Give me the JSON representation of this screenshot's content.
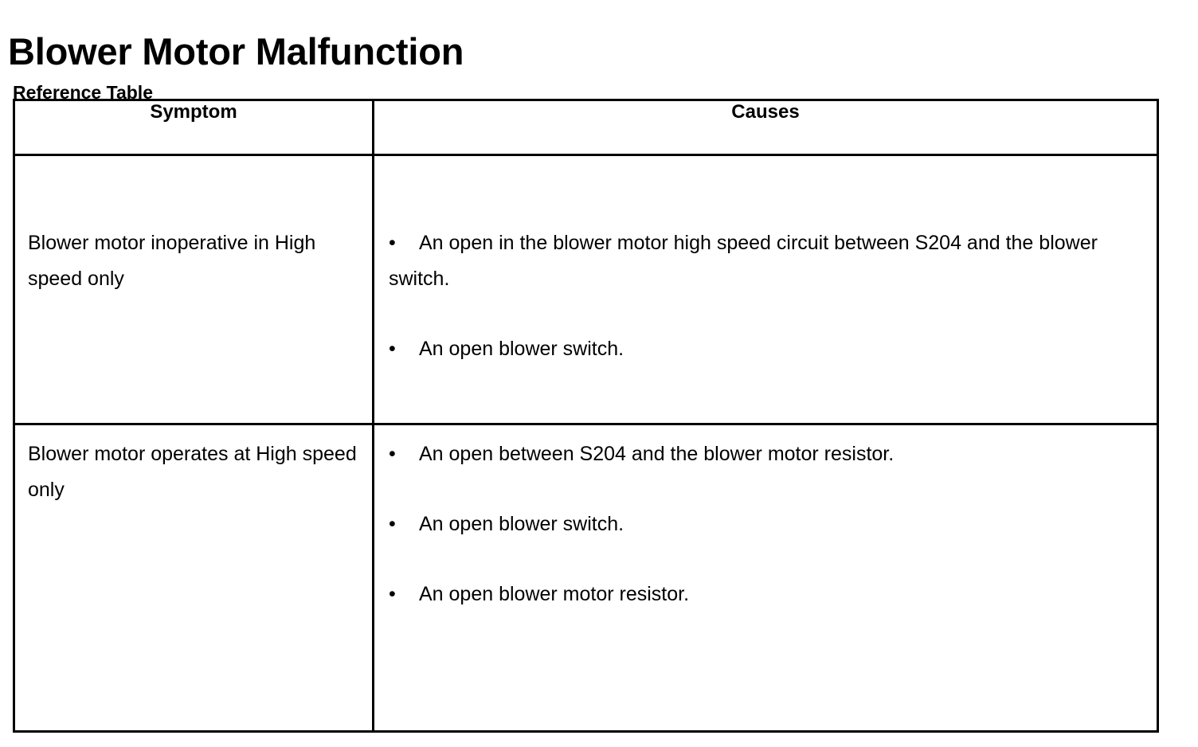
{
  "document": {
    "title": "Blower Motor Malfunction",
    "subtitle": "Reference Table"
  },
  "table": {
    "headers": {
      "symptom": "Symptom",
      "causes": "Causes"
    },
    "bullet_glyph": "•",
    "rows": [
      {
        "symptom": "Blower motor inoperative in High speed only",
        "causes": [
          "An open in the blower motor high speed circuit between S204 and the blower switch.",
          "An open blower switch."
        ]
      },
      {
        "symptom": "Blower motor operates at High speed only",
        "causes": [
          "An open between S204 and the blower motor resistor.",
          "An open blower switch.",
          "An open blower motor resistor."
        ]
      }
    ]
  }
}
